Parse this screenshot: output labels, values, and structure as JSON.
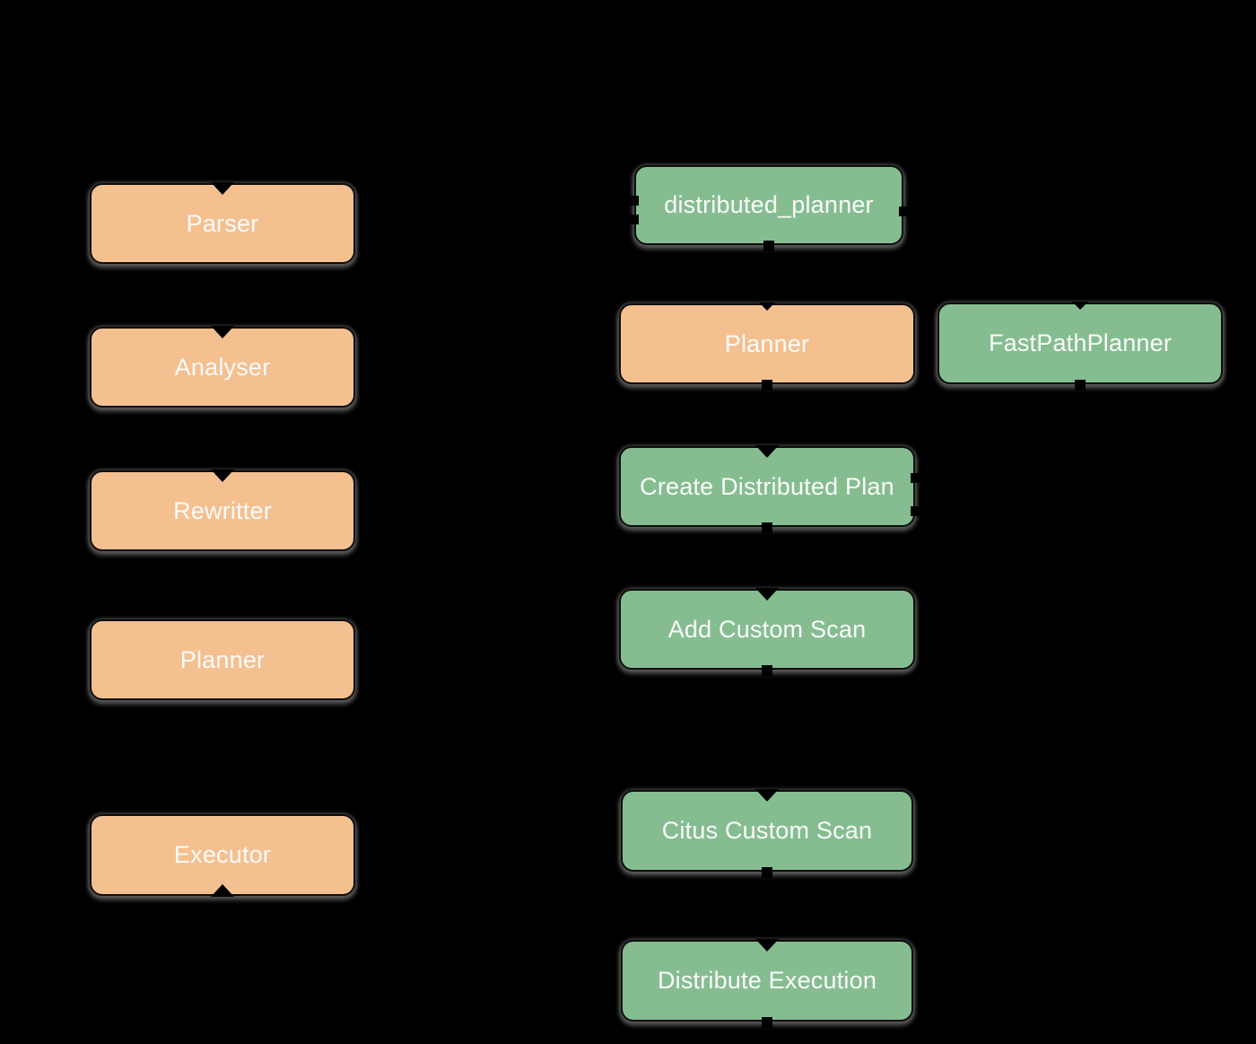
{
  "diagram_type": "flowchart",
  "colors": {
    "bg": "#000000",
    "orange": "#f5c08f",
    "green": "#85bd90",
    "text": "#fbfbfb",
    "stroke": "#0d0d0d",
    "shadow": "#8c8c8c",
    "connector": "#000000"
  },
  "nodes": {
    "parser": {
      "label": "Parser",
      "color": "orange"
    },
    "analyser": {
      "label": "Analyser",
      "color": "orange"
    },
    "rewritter": {
      "label": "Rewritter",
      "color": "orange"
    },
    "planner_left": {
      "label": "Planner",
      "color": "orange"
    },
    "executor": {
      "label": "Executor",
      "color": "orange"
    },
    "distributed_planner": {
      "label": "distributed_planner",
      "color": "green"
    },
    "planner_mid": {
      "label": "Planner",
      "color": "orange"
    },
    "fastpathplanner": {
      "label": "FastPathPlanner",
      "color": "green"
    },
    "create_distributed_plan": {
      "label": "Create Distributed Plan",
      "color": "green"
    },
    "add_custom_scan": {
      "label": "Add Custom Scan",
      "color": "green"
    },
    "citus_custom_scan": {
      "label": "Citus Custom Scan",
      "color": "green"
    },
    "distribute_execution": {
      "label": "Distribute Execution",
      "color": "green"
    }
  }
}
